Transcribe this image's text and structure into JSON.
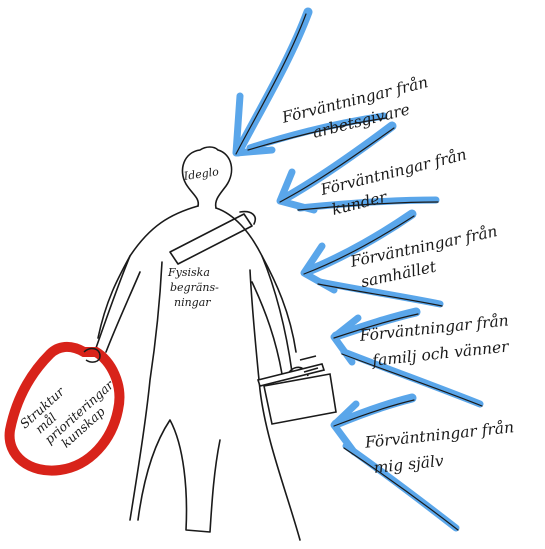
{
  "figure": {
    "head_label": "Ideglo",
    "body_label": [
      "Fysiska",
      "begräns-",
      "ningar"
    ],
    "bag_label": [
      "Struktur",
      "mål",
      "prioriteringar",
      "kunskap"
    ]
  },
  "arrows": [
    {
      "line1": "Förväntningar från",
      "line2": "arbetsgivare"
    },
    {
      "line1": "Förväntningar från",
      "line2": "kunder"
    },
    {
      "line1": "Förväntningar från",
      "line2": "samhället"
    },
    {
      "line1": "Förväntningar från",
      "line2": "familj och vänner"
    },
    {
      "line1": "Förväntningar från",
      "line2": "mig själv"
    }
  ],
  "colors": {
    "arrow_blue": "#5aa6ea",
    "ink": "#1a1a1a",
    "bag_red": "#d8231a"
  }
}
